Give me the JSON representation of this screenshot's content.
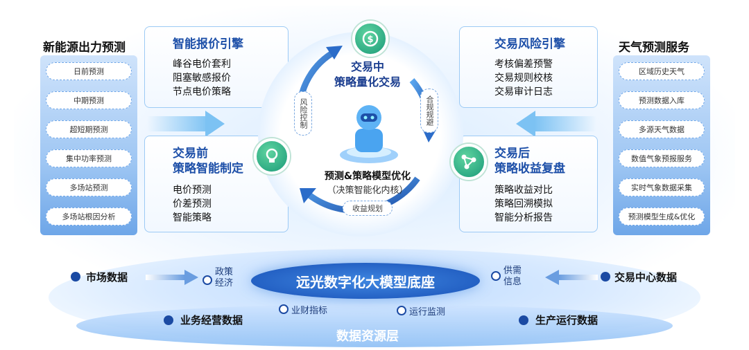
{
  "left_section": {
    "title": "新能源出力预测",
    "items": [
      "日前预测",
      "中期预测",
      "超短期预测",
      "集中功率预测",
      "多场站预测",
      "多场站根因分析"
    ]
  },
  "right_section": {
    "title": "天气预测服务",
    "items": [
      "区域历史天气",
      "预测数据入库",
      "多源天气数据",
      "数值气象预报服务",
      "实时气象数据采集",
      "预测模型生成&优化"
    ]
  },
  "cards": {
    "top_left": {
      "title": "智能报价引擎",
      "lines": [
        "峰谷电价套利",
        "阻塞敏感报价",
        "节点电价策略"
      ]
    },
    "bottom_left": {
      "title1": "交易前",
      "title2": "策略智能制定",
      "lines": [
        "电价预测",
        "价差预测",
        "智能策略"
      ]
    },
    "top_right": {
      "title": "交易风险引擎",
      "lines": [
        "考核偏差预警",
        "交易规则校核",
        "交易审计日志"
      ]
    },
    "bottom_right": {
      "title1": "交易后",
      "title2": "策略收益复盘",
      "lines": [
        "策略收益对比",
        "策略回溯模拟",
        "智能分析报告"
      ]
    }
  },
  "center": {
    "top_title1": "交易中",
    "top_title2": "策略量化交易",
    "core_title": "预测&策略模型优化",
    "core_subtitle": "（决策智能化内核）",
    "tag_left": "风险控制",
    "tag_right": "合规规避",
    "tag_bottom": "收益规划"
  },
  "base": {
    "core": "远光数字化大模型底座",
    "left_inner": "政策\n经济",
    "right_inner": "供需\n信息",
    "inner_bottom_left": "业财指标",
    "inner_bottom_right": "运行监测",
    "outer_left_top": "市场数据",
    "outer_right_top": "交易中心数据",
    "outer_left_bottom": "业务经营数据",
    "outer_right_bottom": "生产运行数据",
    "layer_name": "数据资源层"
  },
  "colors": {
    "accent": "#1d4fa8",
    "icon_green": "#1a9a78",
    "arrow": "#2b6cc9",
    "panel_blue": "#9ec6f3"
  },
  "icons": [
    "money-icon",
    "lightbulb-icon",
    "network-icon",
    "robot-icon"
  ]
}
